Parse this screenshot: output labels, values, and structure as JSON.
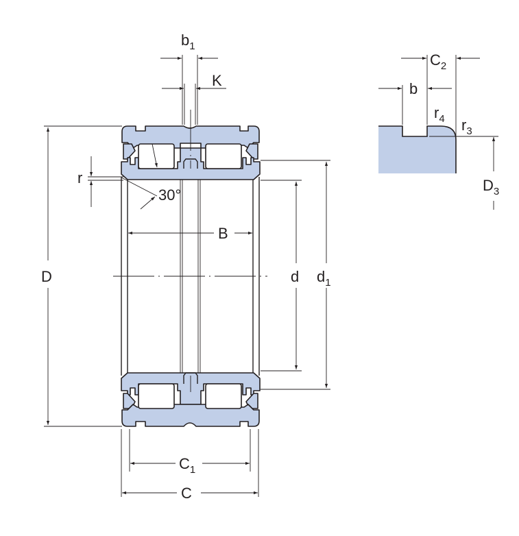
{
  "drawing": {
    "title": "Double row full complement cylindrical roller bearing cross-section",
    "fill_color": "#c1cfe8",
    "line_color": "#231f20",
    "labels": {
      "b1": {
        "main": "b",
        "sub": "1"
      },
      "K": {
        "main": "K"
      },
      "r": {
        "main": "r"
      },
      "angle": {
        "main": "30°"
      },
      "B": {
        "main": "B"
      },
      "D": {
        "main": "D"
      },
      "d": {
        "main": "d"
      },
      "d1": {
        "main": "d",
        "sub": "1"
      },
      "C1": {
        "main": "C",
        "sub": "1"
      },
      "C": {
        "main": "C"
      }
    },
    "detail": {
      "C2": {
        "main": "C",
        "sub": "2"
      },
      "b": {
        "main": "b"
      },
      "r4": {
        "main": "r",
        "sub": "4"
      },
      "r3": {
        "main": "r",
        "sub": "3"
      },
      "D3": {
        "main": "D",
        "sub": "3"
      }
    }
  }
}
